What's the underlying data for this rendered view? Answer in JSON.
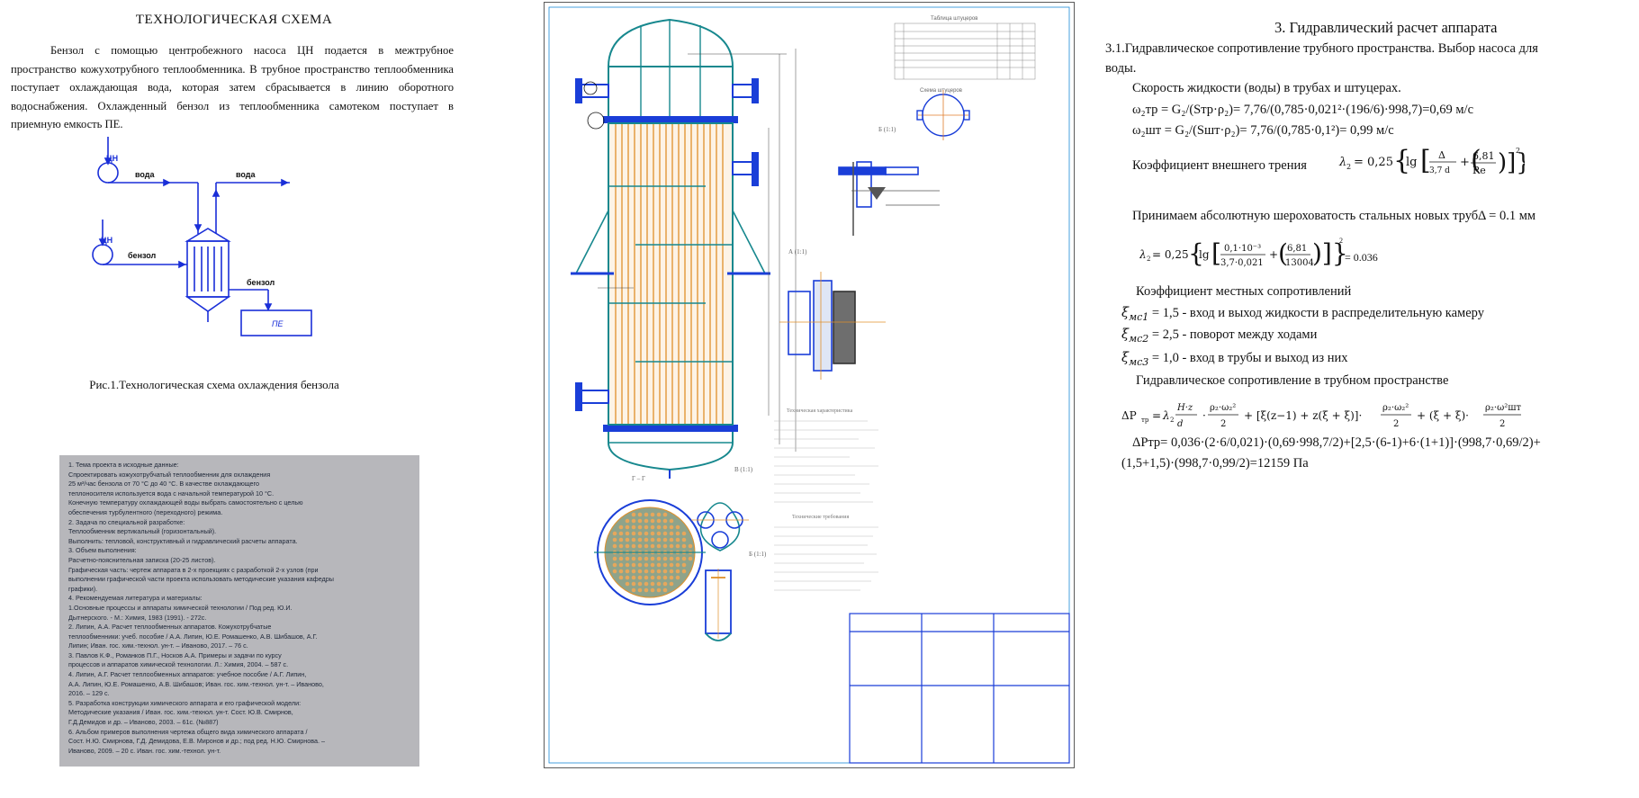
{
  "left": {
    "title": "ТЕХНОЛОГИЧЕСКАЯ СХЕМА",
    "paragraph_1": "Бензол с помощью центробежного насоса ЦН подается в межтрубное пространство кожухотрубного теплообменника. В трубное пространство теплообменника поступает охлаждающая вода, которая затем сбрасывается в линию оборотного водоснабжения. Охлажденный бензол из теплообменника самотеком поступает в приемную емкость ПЕ.",
    "diagram": {
      "pump_top": "ЦН",
      "pump_bottom": "ЦН",
      "water_in": "вода",
      "water_out": "вода",
      "benzene_in": "бензол",
      "benzene_out": "бензол",
      "tank": "ПЕ"
    },
    "caption": "Рис.1.Технологическая схема охлаждения бензола",
    "assignment_photo": {
      "lines": [
        "1. Тема проекта в исходные данные:",
        "Спроектировать кожухотрубчатый теплообменник для охлаждения",
        "25 м³/час бензола от 70 °С до 40 °С. В качестве охлаждающего",
        "теплоносителя используется вода с начальной температурой 10 °С.",
        "Конечную температуру охлаждающей воды выбрать самостоятельно с целью",
        "обеспечения турбулентного (переходного) режима.",
        "2. Задача по специальной разработке:",
        "Теплообменник вертикальный (горизонтальный).",
        "Выполнить: тепловой, конструктивный и гидравлический расчеты аппарата.",
        "3. Объем выполнения:",
        "Расчетно-пояснительная записка (20-25 листов).",
        "Графическая часть: чертеж аппарата в 2-х проекциях с разработкой 2-х узлов (при",
        "выполнении графической части проекта использовать методические указания кафедры",
        "графики).",
        "4. Рекомендуемая литература и материалы:",
        "1.Основные процессы и аппараты химической технологии / Под ред. Ю.И.",
        "Дытнерского. - М.: Химия, 1983 (1991). - 272с.",
        "2. Липин, А.А. Расчет теплообменных аппаратов. Кожухотрубчатые",
        "теплообменники: учеб. пособие / А.А. Липин, Ю.Е. Ромашенко, А.В. Шибашов, А.Г.",
        "Липин; Иван. гос. хим.-технол. ун-т. – Иваново, 2017. – 76 с.",
        "3. Павлов К.Ф., Романков П.Г., Носков А.А. Примеры и задачи по курсу",
        "процессов и аппаратов химической технологии. Л.: Химия, 2004. – 587 с.",
        "4. Липин, А.Г. Расчет теплообменных аппаратов: учебное пособие / А.Г. Липин,",
        "А.А. Липин, Ю.Е. Ромашенко, А.В. Шибашов; Иван. гос. хим.-технол. ун-т. – Иваново,",
        "2016. – 129 с.",
        "5. Разработка конструкции химического аппарата и его графической модели:",
        "Методические указания / Иван. гос. хим.-технол. ун-т. Сост. Ю.В. Смирнов,",
        "Г.Д.Демидов и др. – Иваново, 2003. – 61с. (№887)",
        "6. Альбом примеров выполнения чертежа общего вида химического аппарата /",
        "Сост. Н.Ю. Смирнова, Г.Д. Демидова, Е.В. Миронов и др.; под ред. Н.Ю. Смирнова. –",
        "Иваново, 2009. – 20 с. Иван. гос. хим.-технол. ун-т."
      ]
    }
  },
  "drawing": {
    "table_title": "Таблица штуцеров",
    "scheme_label": "Схема штуцеров",
    "view_labels": [
      "Б (1:1)",
      "А (1:1)",
      "Г – Г",
      "В (1:1)",
      "Б (1:1)"
    ],
    "tech_req_title": "Технические требования",
    "tech_spec_title": "Техническая характеристика"
  },
  "right": {
    "section_title": "3. Гидравлический расчет аппарата",
    "subsection_line1": "3.1.Гидравлическое сопротивление трубного пространства. Выбор насоса для",
    "subsection_line2": "воды.",
    "velocity_heading": "Скорость жидкости (воды) в трубах и штуцерах.",
    "eq_w_tube": "ω₂тр = G₂/(Sтр·ρ₂)= 7,76/(0,785·0,021²·(196/6)·998,7)=0,69 м/с",
    "eq_w_nozzle": "ω₂шт = G₂/(Sшт·ρ₂)= 7,76/(0,785·0,1²)= 0,99 м/с",
    "friction_label": "Коэффициент внешнего трения",
    "roughness_text": "Принимаем абсолютную шероховатость стальных новых труб",
    "roughness_value": "Δ = 0.1 мм",
    "lambda_calc_value": "= 0.036",
    "local_heading": "Коэффициент местных сопротивлений",
    "xi1": "= 1,5",
    "xi1_desc": "- вход и выход жидкости в распределительную камеру",
    "xi2": "= 2,5",
    "xi2_desc": "- поворот между ходами",
    "xi3": "= 1,0",
    "xi3_desc": "- вход в трубы и выход из них",
    "resistance_heading": "Гидравлическое сопротивление в трубном пространстве",
    "result_line1": "ΔPтр= 0,036·(2·6/0,021)·(0,69·998,7/2)+[2,5·(6-1)+6·(1+1)]·(998,7·0,69/2)+",
    "result_line2": "(1,5+1,5)·(998,7·0,99/2)=12159 Па"
  }
}
